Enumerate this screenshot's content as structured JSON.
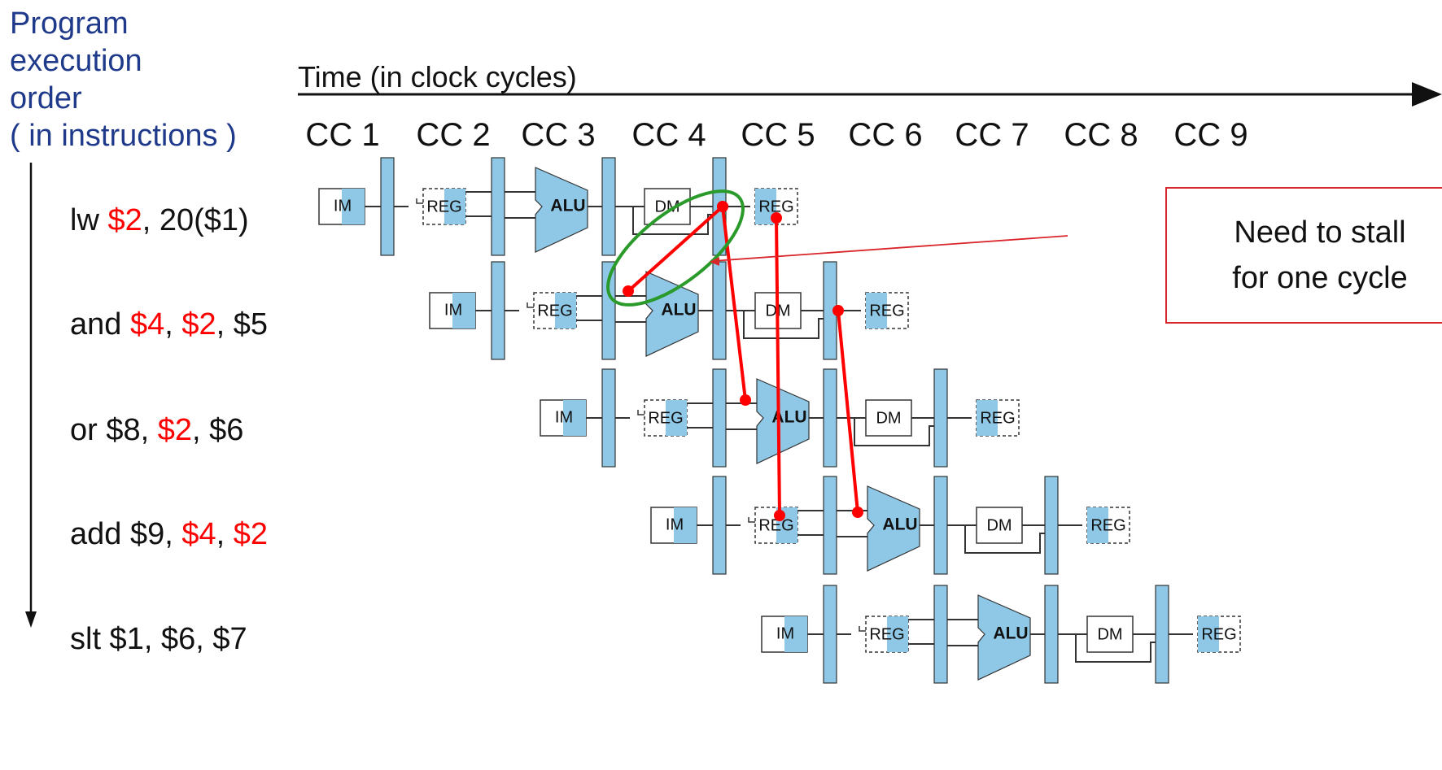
{
  "order_label": [
    "Program",
    "execution",
    "order",
    "( in instructions )"
  ],
  "time_label": "Time (in clock cycles)",
  "clock_cycles": [
    "CC 1",
    "CC 2",
    "CC 3",
    "CC 4",
    "CC 5",
    "CC 6",
    "CC 7",
    "CC 8",
    "CC 9"
  ],
  "instructions": [
    {
      "parts": [
        {
          "t": "lw ",
          "h": false
        },
        {
          "t": "$2",
          "h": true
        },
        {
          "t": ", 20($1)",
          "h": false
        }
      ]
    },
    {
      "parts": [
        {
          "t": "and ",
          "h": false
        },
        {
          "t": "$4",
          "h": true
        },
        {
          "t": ", ",
          "h": false
        },
        {
          "t": "$2",
          "h": true
        },
        {
          "t": ", $5",
          "h": false
        }
      ]
    },
    {
      "parts": [
        {
          "t": "or $8, ",
          "h": false
        },
        {
          "t": "$2",
          "h": true
        },
        {
          "t": ", $6",
          "h": false
        }
      ]
    },
    {
      "parts": [
        {
          "t": "add $9, ",
          "h": false
        },
        {
          "t": "$4",
          "h": true
        },
        {
          "t": ", ",
          "h": false
        },
        {
          "t": "$2",
          "h": true
        }
      ]
    },
    {
      "parts": [
        {
          "t": "slt $1, $6, $7",
          "h": false
        }
      ]
    }
  ],
  "stage_labels": {
    "im": "IM",
    "reg": "REG",
    "alu": "ALU",
    "dm": "DM"
  },
  "callout": [
    "Need to stall",
    "for one cycle"
  ],
  "colors": {
    "stage_fill": "#8ec8e6",
    "stage_stroke": "#333333",
    "forward": "#ff0000",
    "highlight_ellipse": "#2a9a2a",
    "callout_border": "#d9262b",
    "order_label": "#1f3a8a"
  }
}
